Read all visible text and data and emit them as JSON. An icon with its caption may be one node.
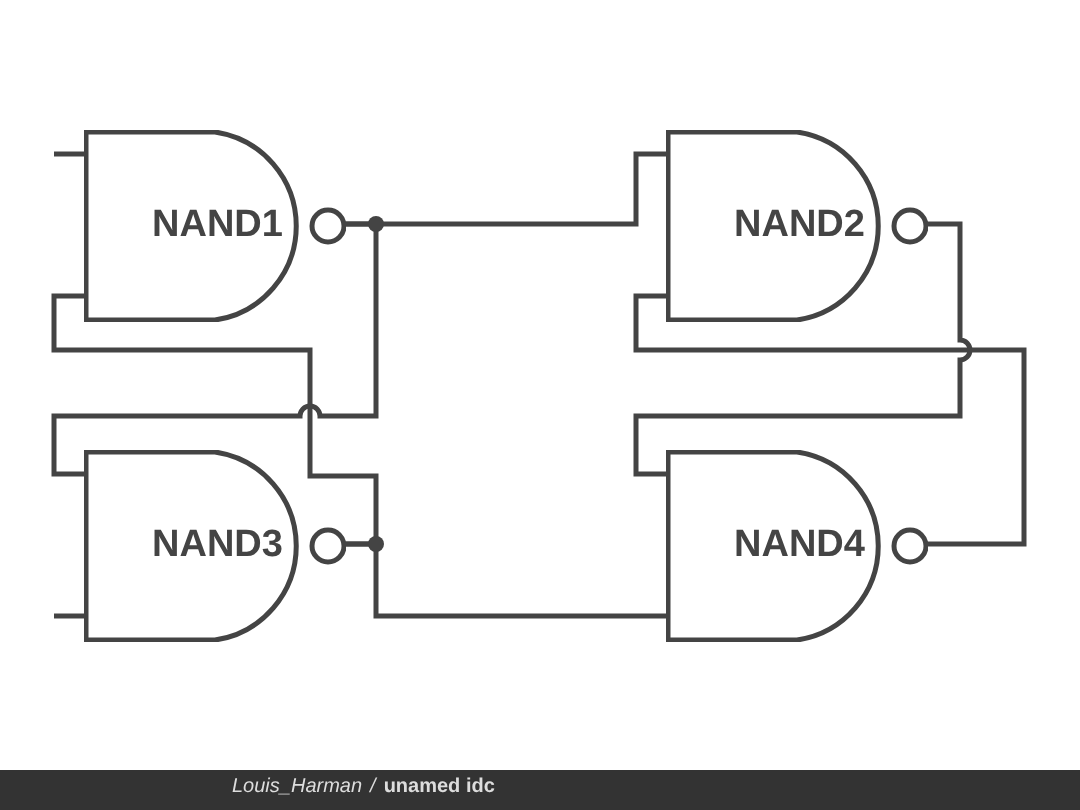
{
  "diagram": {
    "title": "unamed idc",
    "nodes": [
      {
        "text": [
          "NAND1"
        ]
      },
      {
        "text": [
          "NAND2"
        ]
      },
      {
        "text": [
          "NAND3"
        ]
      },
      {
        "text": [
          "NAND4"
        ]
      }
    ],
    "edges": [
      {
        "from": 0,
        "to": 1,
        "arrow": "none"
      },
      {
        "from": 2,
        "to": 3,
        "arrow": "none"
      },
      {
        "from": 0,
        "to": 2,
        "arrow": "none"
      },
      {
        "from": 2,
        "to": 0,
        "arrow": "none"
      },
      {
        "from": 1,
        "to": 3,
        "arrow": "none"
      },
      {
        "from": 3,
        "to": 1,
        "arrow": "none"
      },
      {
        "from": null,
        "to": 0,
        "arrow": "none"
      },
      {
        "from": null,
        "to": 2,
        "arrow": "none"
      }
    ],
    "labels": [
      "Louis_Harman",
      "/"
    ]
  }
}
